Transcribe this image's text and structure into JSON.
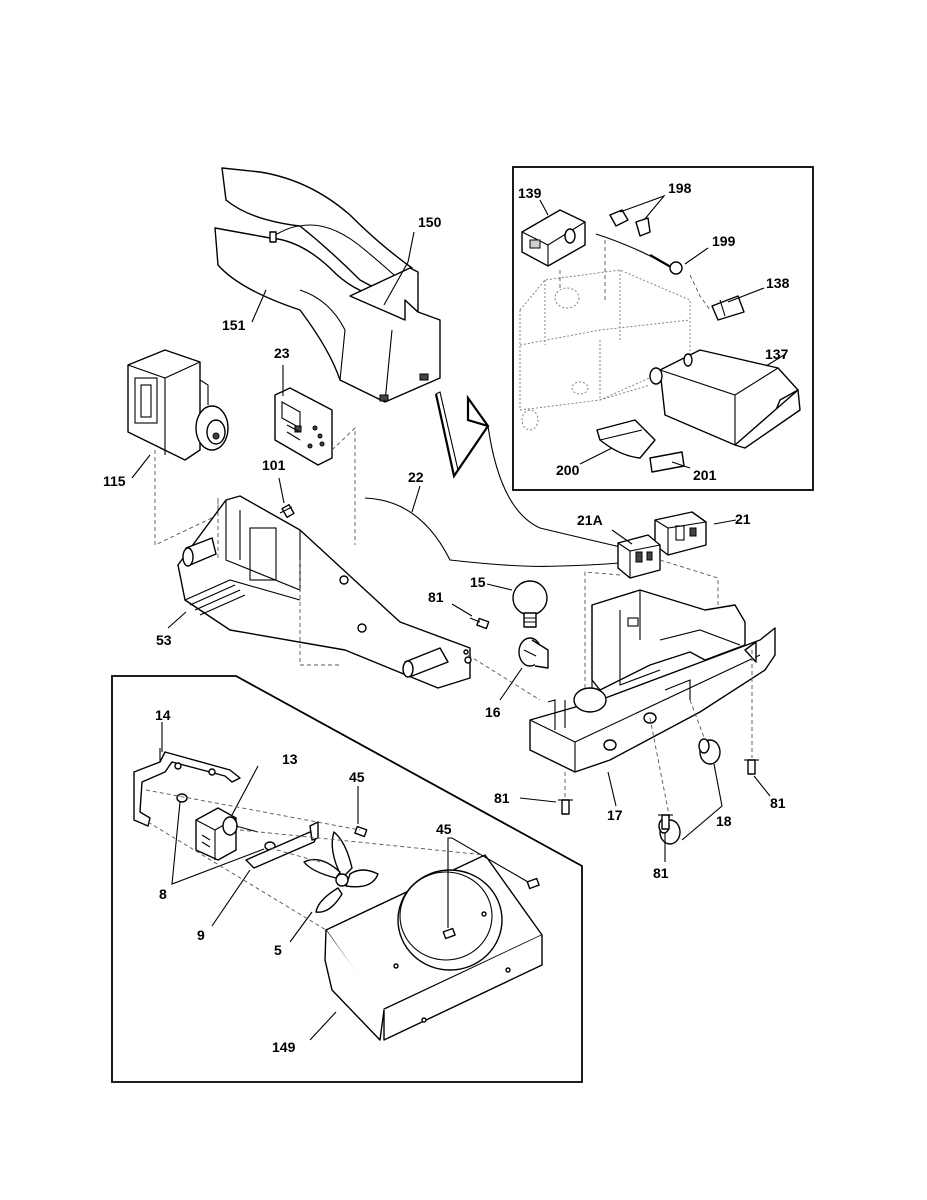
{
  "parts": [
    {
      "id": "150",
      "name": "part-150-label"
    },
    {
      "id": "151",
      "name": "part-151-label"
    },
    {
      "id": "115",
      "name": "part-115-label"
    },
    {
      "id": "23",
      "name": "part-23-label"
    },
    {
      "id": "101",
      "name": "part-101-label"
    },
    {
      "id": "22",
      "name": "part-22-label"
    },
    {
      "id": "53",
      "name": "part-53-label"
    },
    {
      "id": "81",
      "name": "part-81-label"
    },
    {
      "id": "15",
      "name": "part-15-label"
    },
    {
      "id": "16",
      "name": "part-16-label"
    },
    {
      "id": "21A",
      "name": "part-21a-label"
    },
    {
      "id": "21",
      "name": "part-21-label"
    },
    {
      "id": "17",
      "name": "part-17-label"
    },
    {
      "id": "18",
      "name": "part-18-label"
    },
    {
      "id": "139",
      "name": "part-139-label"
    },
    {
      "id": "198",
      "name": "part-198-label"
    },
    {
      "id": "199",
      "name": "part-199-label"
    },
    {
      "id": "138",
      "name": "part-138-label"
    },
    {
      "id": "137",
      "name": "part-137-label"
    },
    {
      "id": "200",
      "name": "part-200-label"
    },
    {
      "id": "201",
      "name": "part-201-label"
    },
    {
      "id": "14",
      "name": "part-14-label"
    },
    {
      "id": "13",
      "name": "part-13-label"
    },
    {
      "id": "45",
      "name": "part-45-label"
    },
    {
      "id": "8",
      "name": "part-8-label"
    },
    {
      "id": "9",
      "name": "part-9-label"
    },
    {
      "id": "5",
      "name": "part-5-label"
    },
    {
      "id": "149",
      "name": "part-149-label"
    }
  ]
}
